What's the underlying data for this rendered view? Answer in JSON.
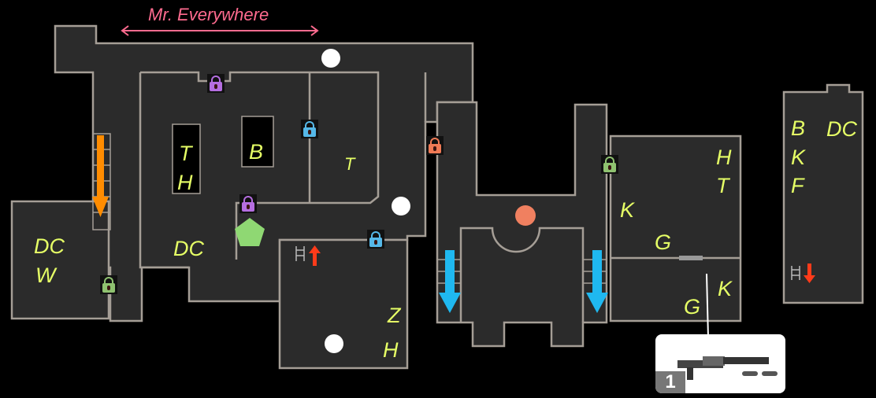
{
  "map": {
    "title": "Mr. Everywhere",
    "room_labels": {
      "th_t": "T",
      "th_h": "H",
      "b": "B",
      "t": "T",
      "dc_main": "DC",
      "dc_left": "DC",
      "w_left": "W",
      "z": "Z",
      "h_bottom": "H",
      "k_mid": "K",
      "h_right": "H",
      "t_right": "T",
      "g_upper": "G",
      "k_lower": "K",
      "g_lower": "G",
      "far_b": "B",
      "far_k": "K",
      "far_f": "F",
      "far_dc": "DC"
    },
    "item": {
      "slot_number": "1",
      "icon": "machine-gun-icon"
    },
    "colors": {
      "lock_purple": "#b56ee0",
      "lock_blue": "#55b8e8",
      "lock_orange": "#f07a55",
      "lock_green": "#8fc270",
      "arrow_orange": "#ff8c00",
      "arrow_blue": "#1fb8f0",
      "arrow_red": "#ff3b1a",
      "save_point": "#f08060",
      "start_marker": "#8fd873",
      "label": "#e6ff66",
      "title": "#ff6b8f"
    }
  }
}
